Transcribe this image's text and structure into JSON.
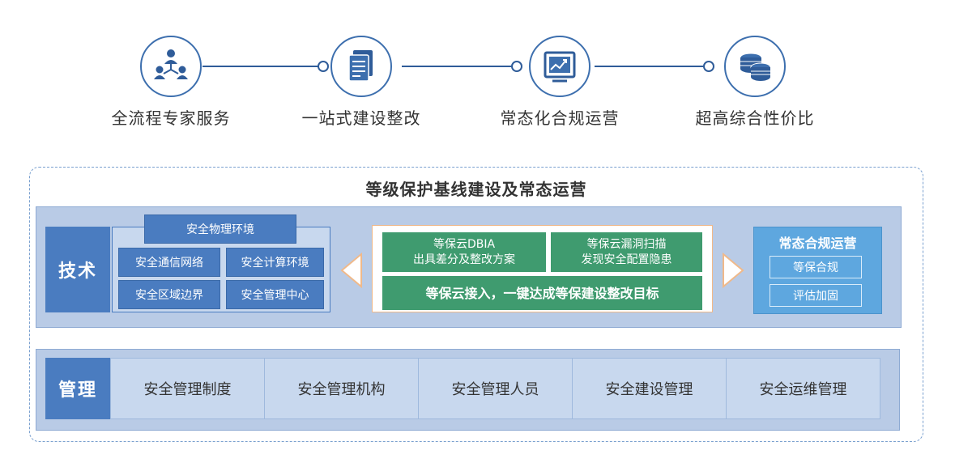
{
  "features": [
    {
      "label": "全流程专家服务",
      "icon": "people-network-icon"
    },
    {
      "label": "一站式建设整改",
      "icon": "documents-icon"
    },
    {
      "label": "常态化合规运营",
      "icon": "chart-monitor-icon"
    },
    {
      "label": "超高综合性价比",
      "icon": "coins-icon"
    }
  ],
  "colors": {
    "accent": "#3d6fae",
    "blue_block": "#4a7cc0",
    "green_block": "#3f9b6f",
    "ops_panel": "#5ea7df",
    "band": "#b9cbe6"
  },
  "main": {
    "title": "等级保护基线建设及常态运营",
    "tech": {
      "title": "技术",
      "physical_env": "安全物理环境",
      "cells": [
        "安全通信网络",
        "安全计算环境",
        "安全区域边界",
        "安全管理中心"
      ]
    },
    "center": {
      "dbia_line1": "等保云DBIA",
      "dbia_line2": "出具差分及整改方案",
      "scan_line1": "等保云漏洞扫描",
      "scan_line2": "发现安全配置隐患",
      "access": "等保云接入，一键达成等保建设整改目标"
    },
    "ops": {
      "title": "常态合规运营",
      "items": [
        "等保合规",
        "评估加固"
      ]
    },
    "mgmt": {
      "title": "管理",
      "cells": [
        "安全管理制度",
        "安全管理机构",
        "安全管理人员",
        "安全建设管理",
        "安全运维管理"
      ]
    }
  }
}
